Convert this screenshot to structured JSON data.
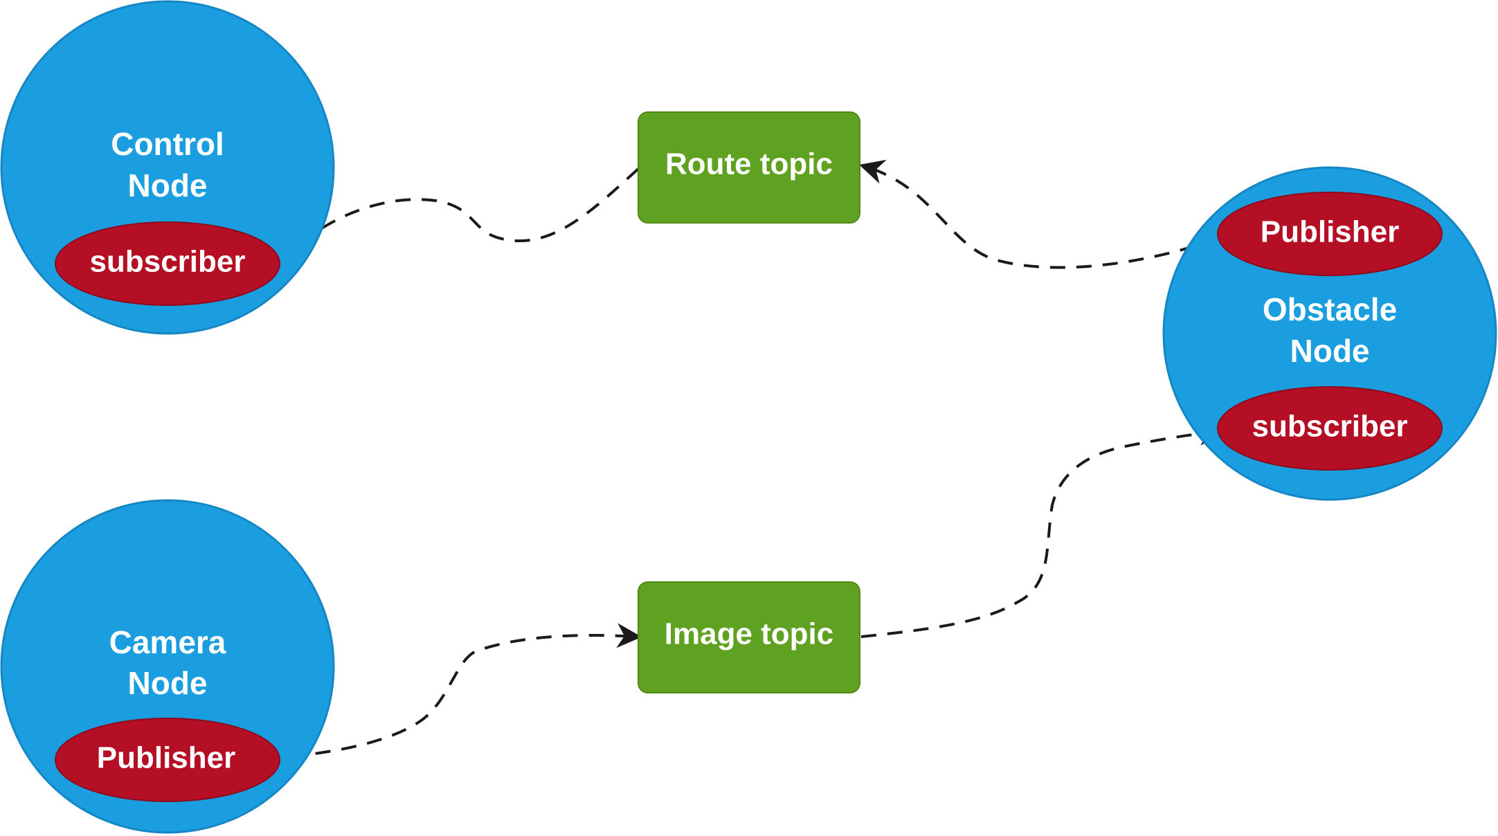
{
  "nodes": {
    "control": {
      "line1": "Control",
      "line2": "Node",
      "role": "subscriber"
    },
    "camera": {
      "line1": "Camera",
      "line2": "Node",
      "role": "Publisher"
    },
    "obstacle": {
      "line1": "Obstacle",
      "line2": "Node",
      "role_top": "Publisher",
      "role_bottom": "subscriber"
    }
  },
  "topics": {
    "route": "Route topic",
    "image": "Image topic"
  },
  "colors": {
    "node": "#1a9ee0",
    "role": "#b50f26",
    "topic": "#5fa121",
    "text": "#ffffff",
    "edge": "#1a1a1a"
  }
}
